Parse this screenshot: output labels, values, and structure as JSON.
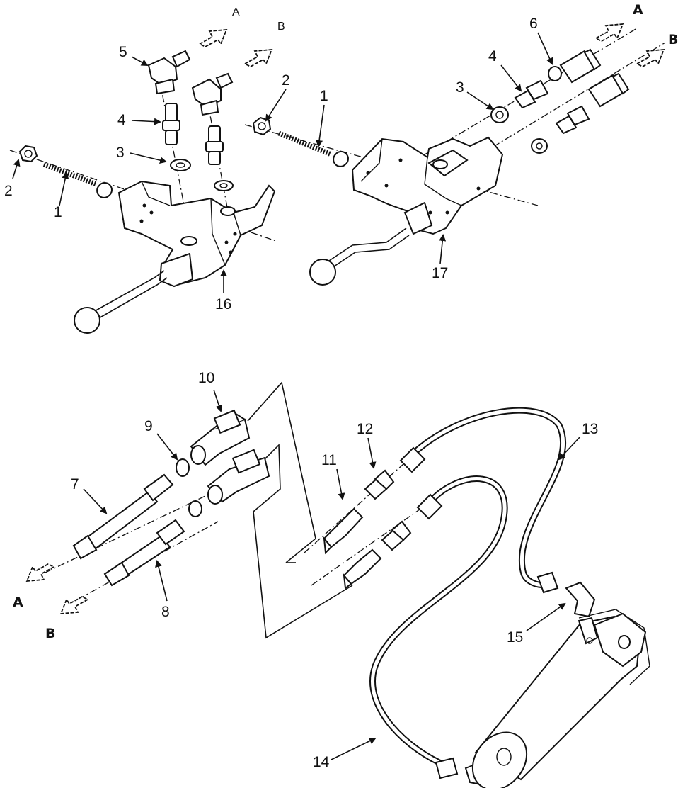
{
  "callouts": {
    "c1_left": "1",
    "c2_left": "2",
    "c3_left": "3",
    "c4_left": "4",
    "c5_left": "5",
    "c16": "16",
    "c2_right": "2",
    "c1_right": "1",
    "c3_right": "3",
    "c4_right": "4",
    "c6_right": "6",
    "c17": "17",
    "c10": "10",
    "c9": "9",
    "c7": "7",
    "c8": "8",
    "c11": "11",
    "c12": "12",
    "c13": "13",
    "c14": "14",
    "c15": "15"
  },
  "port_letters": {
    "a_top_left": "A",
    "b_top_left": "B",
    "a_top_right": "A",
    "b_top_right": "B",
    "a_bottom_left": "A",
    "b_bottom_left": "B"
  }
}
